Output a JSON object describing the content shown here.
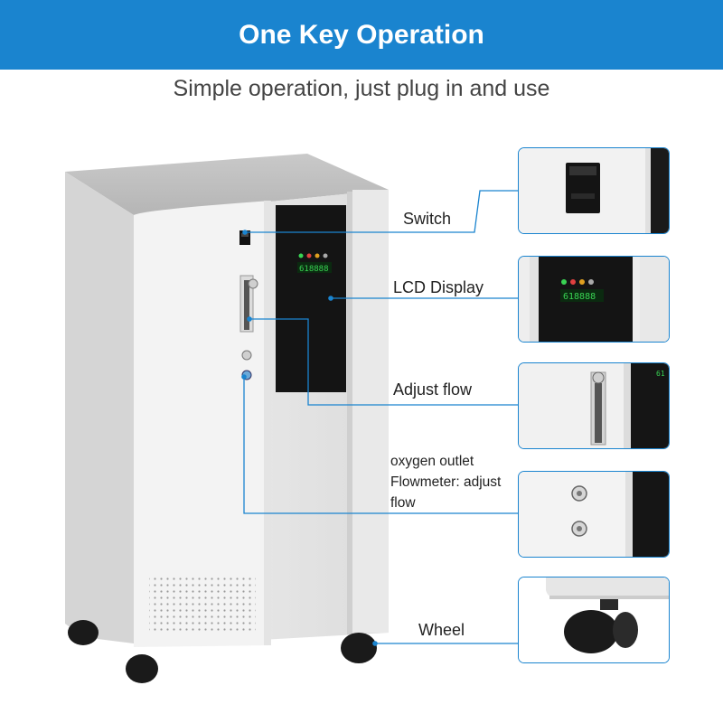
{
  "header": {
    "title": "One Key Operation"
  },
  "subtitle": "Simple operation, just plug in and use",
  "callouts": [
    {
      "label": "Switch"
    },
    {
      "label": "LCD Display"
    },
    {
      "label": "Adjust flow"
    },
    {
      "label_lines": [
        "oxygen outlet",
        "Flowmeter: adjust",
        "flow"
      ]
    },
    {
      "label": "Wheel"
    }
  ],
  "colors": {
    "banner": "#1a84cf",
    "callout_line": "#1a84cf",
    "device_body": "#e8e8e8",
    "display_panel": "#111111",
    "lcd_green": "#39d353"
  },
  "icons": [
    "power-switch",
    "lcd-screen",
    "flow-knob",
    "outlet-port",
    "caster-wheel"
  ]
}
